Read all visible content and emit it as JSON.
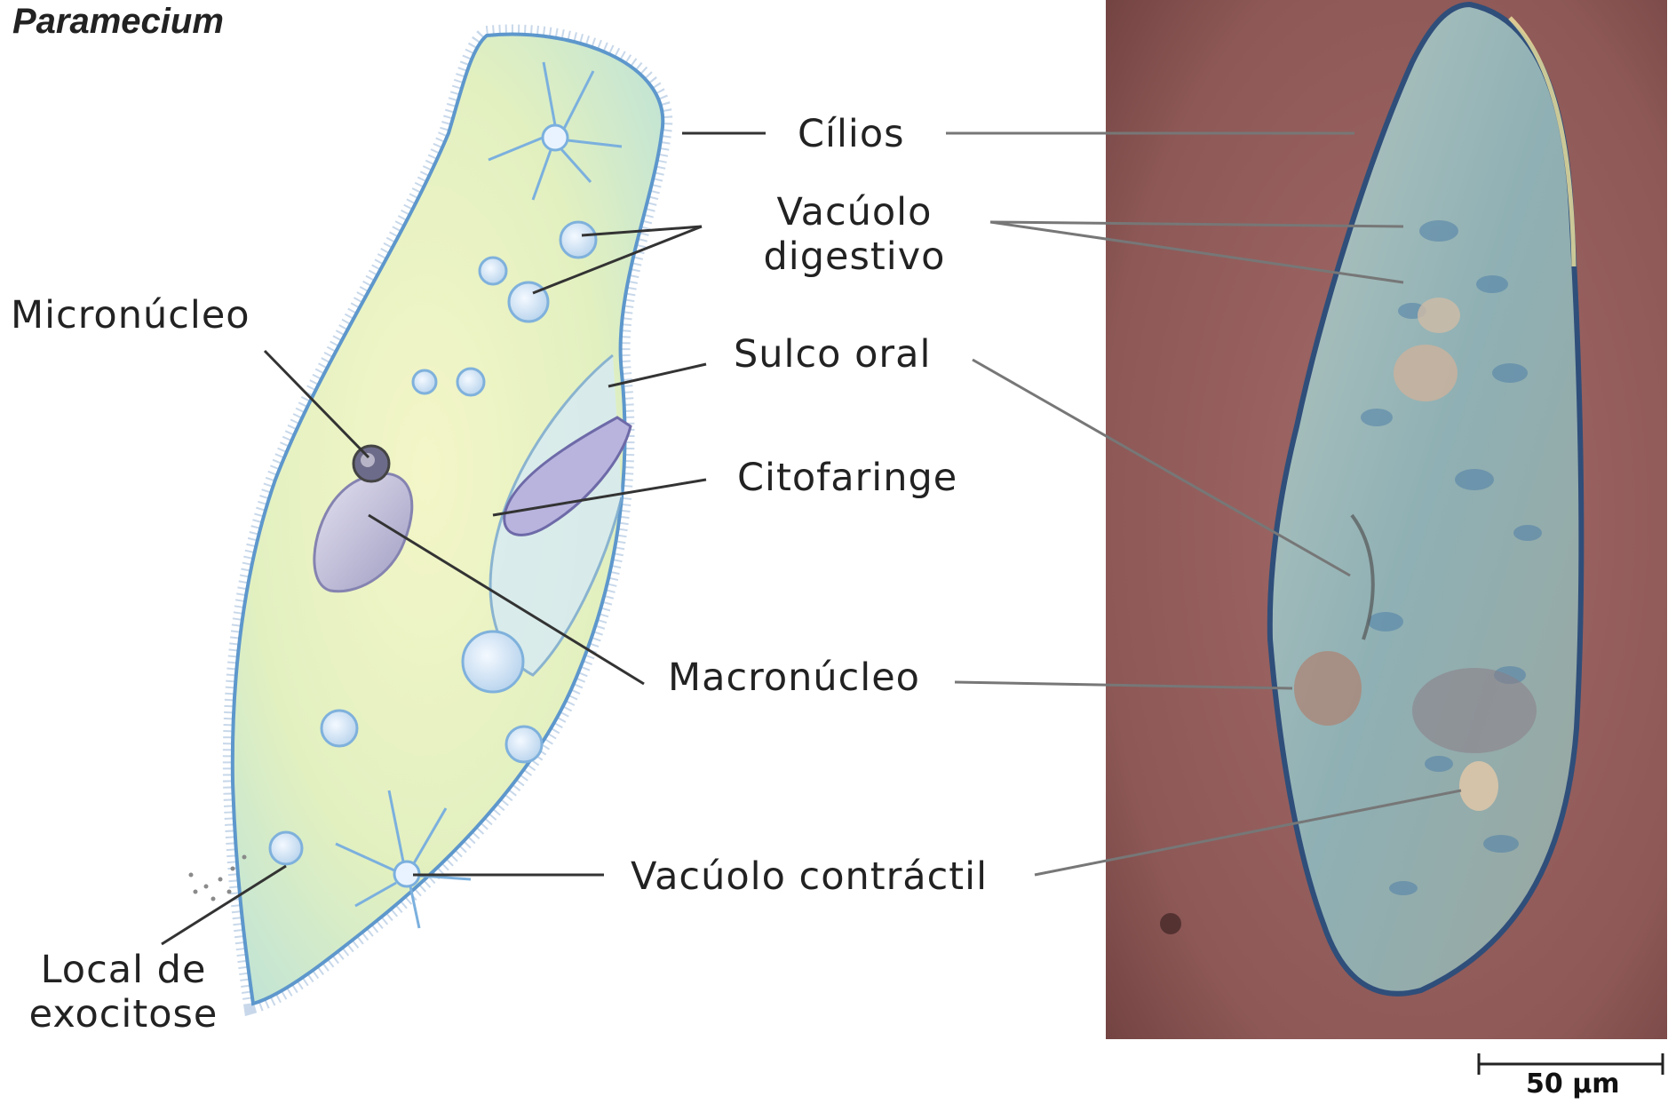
{
  "figure": {
    "title": "Paramecium",
    "labels": {
      "cilios": "Cílios",
      "vacuolo_digestivo_1": "Vacúolo",
      "vacuolo_digestivo_2": "digestivo",
      "micronucleo": "Micronúcleo",
      "sulco_oral": "Sulco oral",
      "citofaringe": "Citofaringe",
      "macronucleo": "Macronúcleo",
      "vacuolo_contractil": "Vacúolo contráctil",
      "local_exocitose_1": "Local de",
      "local_exocitose_2": "exocitose"
    },
    "scale_bar": "50 µm"
  },
  "colors": {
    "cell_fill": "#e6f2c4",
    "cell_edge": "#5d97cc",
    "photo_bg": "#8e5a58",
    "photo_cell": "#8aa7a6",
    "leader_line": "#333333"
  }
}
